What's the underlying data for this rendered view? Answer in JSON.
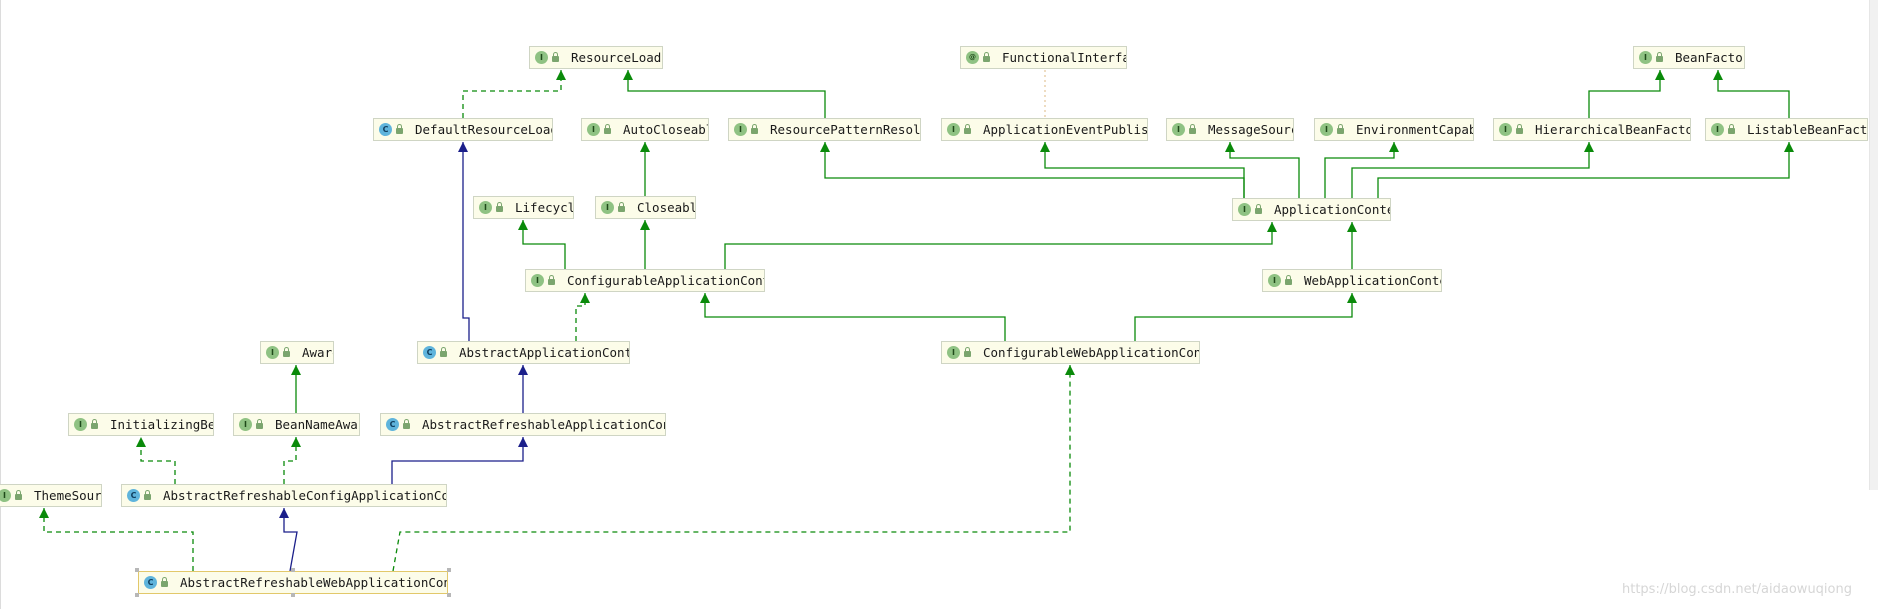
{
  "diagram": {
    "colors": {
      "interface_edge": "#0a8a0a",
      "class_edge": "#1b1f8a",
      "node_fill": "#fcfce9",
      "node_border": "#cfd5c4"
    },
    "nodes": [
      {
        "id": "ResourceLoader",
        "kind": "i",
        "label": "ResourceLoader"
      },
      {
        "id": "FunctionalInterface",
        "kind": "a",
        "label": "FunctionalInterfac"
      },
      {
        "id": "BeanFactory",
        "kind": "i",
        "label": "BeanFactory"
      },
      {
        "id": "DefaultResourceLoader",
        "kind": "c",
        "label": "DefaultResourceLoade"
      },
      {
        "id": "AutoCloseable",
        "kind": "i",
        "label": "AutoCloseable"
      },
      {
        "id": "ResourcePatternResolver",
        "kind": "i",
        "label": "ResourcePatternResolve"
      },
      {
        "id": "ApplicationEventPublisher",
        "kind": "i",
        "label": "ApplicationEventPublishe"
      },
      {
        "id": "MessageSource",
        "kind": "i",
        "label": "MessageSource"
      },
      {
        "id": "EnvironmentCapable",
        "kind": "i",
        "label": "EnvironmentCapable"
      },
      {
        "id": "HierarchicalBeanFactory",
        "kind": "i",
        "label": "HierarchicalBeanFactor"
      },
      {
        "id": "ListableBeanFactory",
        "kind": "i",
        "label": "ListableBeanFactor"
      },
      {
        "id": "Lifecycle",
        "kind": "i",
        "label": "Lifecycle"
      },
      {
        "id": "Closeable",
        "kind": "i",
        "label": "Closeable"
      },
      {
        "id": "ApplicationContext",
        "kind": "i",
        "label": "ApplicationContext"
      },
      {
        "id": "ConfigurableApplicationContext",
        "kind": "i",
        "label": "ConfigurableApplicationContex"
      },
      {
        "id": "WebApplicationContext",
        "kind": "i",
        "label": "WebApplicationContex"
      },
      {
        "id": "Aware",
        "kind": "i",
        "label": "Aware"
      },
      {
        "id": "AbstractApplicationContext",
        "kind": "c",
        "label": "AbstractApplicationContex"
      },
      {
        "id": "ConfigurableWebApplicationContext",
        "kind": "i",
        "label": "ConfigurableWebApplicationContex"
      },
      {
        "id": "InitializingBean",
        "kind": "i",
        "label": "InitializingBear"
      },
      {
        "id": "BeanNameAware",
        "kind": "i",
        "label": "BeanNameAware"
      },
      {
        "id": "AbstractRefreshableApplicationContext",
        "kind": "c",
        "label": "AbstractRefreshableApplicationConte:"
      },
      {
        "id": "ThemeSource",
        "kind": "i",
        "label": "ThemeSource"
      },
      {
        "id": "AbstractRefreshableConfigApplicationContext",
        "kind": "c",
        "label": "AbstractRefreshableConfigApplicationConte"
      },
      {
        "id": "AbstractRefreshableWebApplicationContext",
        "kind": "c",
        "label": "AbstractRefreshableWebApplicationConte",
        "selected": true
      }
    ],
    "edges": [
      {
        "from": "DefaultResourceLoader",
        "to": "ResourceLoader",
        "type": "implements"
      },
      {
        "from": "ResourcePatternResolver",
        "to": "ResourceLoader",
        "type": "extends-interface"
      },
      {
        "from": "FunctionalInterface",
        "to": "ApplicationEventPublisher",
        "type": "annotation"
      },
      {
        "from": "HierarchicalBeanFactory",
        "to": "BeanFactory",
        "type": "extends-interface"
      },
      {
        "from": "ListableBeanFactory",
        "to": "BeanFactory",
        "type": "extends-interface"
      },
      {
        "from": "Closeable",
        "to": "AutoCloseable",
        "type": "extends-interface"
      },
      {
        "from": "ApplicationContext",
        "to": "ResourcePatternResolver",
        "type": "extends-interface"
      },
      {
        "from": "ApplicationContext",
        "to": "ApplicationEventPublisher",
        "type": "extends-interface"
      },
      {
        "from": "ApplicationContext",
        "to": "MessageSource",
        "type": "extends-interface"
      },
      {
        "from": "ApplicationContext",
        "to": "EnvironmentCapable",
        "type": "extends-interface"
      },
      {
        "from": "ApplicationContext",
        "to": "HierarchicalBeanFactory",
        "type": "extends-interface"
      },
      {
        "from": "ApplicationContext",
        "to": "ListableBeanFactory",
        "type": "extends-interface"
      },
      {
        "from": "ConfigurableApplicationContext",
        "to": "Lifecycle",
        "type": "extends-interface"
      },
      {
        "from": "ConfigurableApplicationContext",
        "to": "Closeable",
        "type": "extends-interface"
      },
      {
        "from": "ConfigurableApplicationContext",
        "to": "ApplicationContext",
        "type": "extends-interface"
      },
      {
        "from": "WebApplicationContext",
        "to": "ApplicationContext",
        "type": "extends-interface"
      },
      {
        "from": "AbstractApplicationContext",
        "to": "DefaultResourceLoader",
        "type": "extends-class"
      },
      {
        "from": "AbstractApplicationContext",
        "to": "ConfigurableApplicationContext",
        "type": "implements"
      },
      {
        "from": "ConfigurableWebApplicationContext",
        "to": "ConfigurableApplicationContext",
        "type": "extends-interface"
      },
      {
        "from": "ConfigurableWebApplicationContext",
        "to": "WebApplicationContext",
        "type": "extends-interface"
      },
      {
        "from": "BeanNameAware",
        "to": "Aware",
        "type": "extends-interface"
      },
      {
        "from": "AbstractRefreshableApplicationContext",
        "to": "AbstractApplicationContext",
        "type": "extends-class"
      },
      {
        "from": "AbstractRefreshableConfigApplicationContext",
        "to": "InitializingBean",
        "type": "implements"
      },
      {
        "from": "AbstractRefreshableConfigApplicationContext",
        "to": "BeanNameAware",
        "type": "implements"
      },
      {
        "from": "AbstractRefreshableConfigApplicationContext",
        "to": "AbstractRefreshableApplicationContext",
        "type": "extends-class"
      },
      {
        "from": "AbstractRefreshableWebApplicationContext",
        "to": "ThemeSource",
        "type": "implements"
      },
      {
        "from": "AbstractRefreshableWebApplicationContext",
        "to": "AbstractRefreshableConfigApplicationContext",
        "type": "extends-class"
      },
      {
        "from": "AbstractRefreshableWebApplicationContext",
        "to": "ConfigurableWebApplicationContext",
        "type": "implements"
      }
    ]
  },
  "watermark": "https://blog.csdn.net/aidaowuqiong"
}
